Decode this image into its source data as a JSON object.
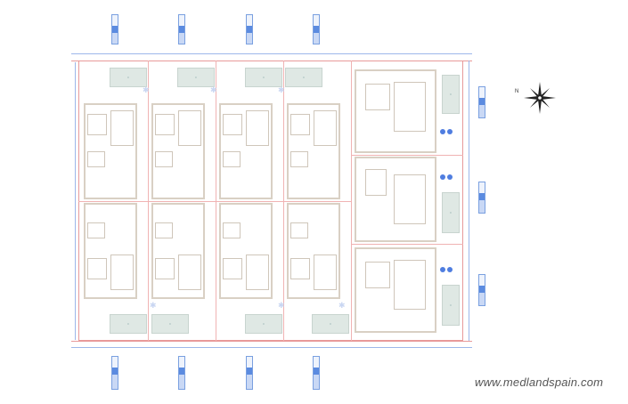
{
  "plan": {
    "type": "architectural-site-plan",
    "top_street_label": "",
    "bottom_street_label": "",
    "left_block": {
      "rows": 2,
      "columns": 4,
      "units": 8
    },
    "right_block": {
      "units": 3,
      "pool_dots_per_unit": 2
    },
    "pools": 11
  },
  "compass": {
    "north_label": "N",
    "icon": "compass-rose-icon"
  },
  "watermark": {
    "text": "www.medlandspain.com"
  },
  "colors": {
    "boundary_line": "#e89a9a",
    "dimension_line": "#9db7ea",
    "wall": "#d9d0c4",
    "pool": "#dfe8e4",
    "label_tag": "#5b8be0",
    "pool_dot": "#4f7de0"
  }
}
